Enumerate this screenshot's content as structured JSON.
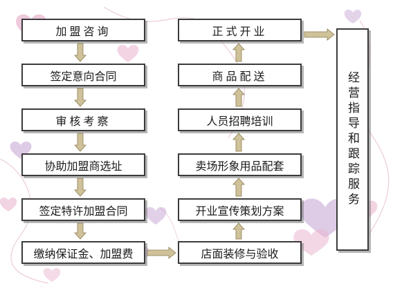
{
  "left_column": [
    "加盟咨询",
    "签定意向合同",
    "审核考察",
    "协助加盟商选址",
    "签定特许加盟合同",
    "缴纳保证金、加盟费"
  ],
  "middle_column": [
    "正式开业",
    "商品配送",
    "人员招聘培训",
    "卖场形象用品配套",
    "开业宣传策划方案",
    "店面装修与验收"
  ],
  "right_box": "经营指导和跟踪服务",
  "colors": {
    "arrow_fill": "#cfc29a",
    "arrow_stroke": "#8a7a4e",
    "heart_pink": "#e9b7d0",
    "heart_purple": "#c8a9d6",
    "swirl": "#e3b6cc"
  }
}
